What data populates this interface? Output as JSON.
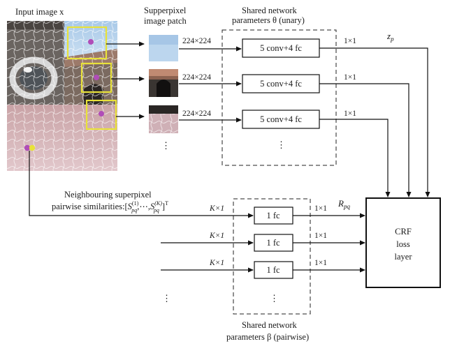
{
  "input": {
    "title": "Input image x",
    "colors": {
      "box": "#e8e23a",
      "dot": "#b04db8",
      "dot2": "#e8e23a"
    }
  },
  "patches": {
    "title_line1": "Supperpixel",
    "title_line2": "image patch",
    "size_label": "224×224",
    "ellipsis": "⋮"
  },
  "unary": {
    "group_line1": "Shared network",
    "group_line2": "parameters θ (unary)",
    "box_label": "5 conv+4 fc",
    "out_label": "1×1",
    "z_label": "z",
    "z_sub": "p",
    "ellipsis": "⋮"
  },
  "pairwise": {
    "desc_line1": "Neighbouring superpixel",
    "desc_line2": "pairwise similarities:",
    "in_label": "K×1",
    "box_label": "1 fc",
    "out_label": "1×1",
    "r_label": "R",
    "r_sub": "pq",
    "group_line1": "Shared network",
    "group_line2": "parameters β (pairwise)",
    "ellipsis": "⋮"
  },
  "crf": {
    "line1": "CRF",
    "line2": "loss",
    "line3": "layer"
  }
}
